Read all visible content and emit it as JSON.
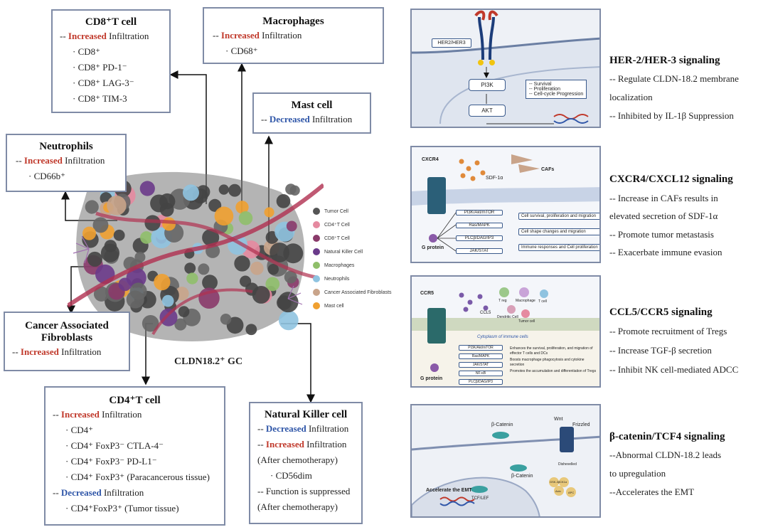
{
  "cd8": {
    "title": "CD8⁺T cell",
    "l1a": "Increased",
    "l1b": " Infiltration",
    "items": [
      "· CD8⁺",
      "· CD8⁺ PD-1⁻",
      "· CD8⁺ LAG-3⁻",
      "· CD8⁺ TIM-3"
    ]
  },
  "macro": {
    "title": "Macrophages",
    "l1a": "Increased",
    "l1b": " Infiltration",
    "items": [
      "· CD68⁺"
    ]
  },
  "mast": {
    "title": "Mast cell",
    "l1a": "Decreased",
    "l1b": " Infiltration"
  },
  "neut": {
    "title": "Neutrophils",
    "l1a": "Increased",
    "l1b": " Infiltration",
    "items": [
      "· CD66b⁺"
    ]
  },
  "caf": {
    "title1": "Cancer Associated",
    "title2": "Fibroblasts",
    "l1a": "Increased",
    "l1b": " Infiltration"
  },
  "cd4": {
    "title": "CD4⁺T cell",
    "l1a": "Increased",
    "l1b": " Infiltration",
    "items": [
      "· CD4⁺",
      "· CD4⁺ FoxP3⁻ CTLA-4⁻",
      "· CD4⁺ FoxP3⁻ PD-L1⁻",
      "· CD4⁺ FoxP3⁺ (Paracancerous tissue)"
    ],
    "l2a": "Decreased",
    "l2b": " Infiltration",
    "items2": [
      "· CD4⁺FoxP3⁺ (Tumor tissue)"
    ]
  },
  "nk": {
    "title": "Natural Killer cell",
    "l1a": "Decreased",
    "l1b": " Infiltration",
    "l2a": "Increased",
    "l2b": " Infiltration",
    "l3": "(After chemotherapy)",
    "l4": "· CD56dim",
    "l5": "-- Function is suppressed",
    "l6": "(After chemotherapy)"
  },
  "center_label": "CLDN18.2⁺  GC",
  "legend": [
    "Tumor Cell",
    "CD4⁺T Cell",
    "CD8⁺T Cell",
    "Natural Killer Cell",
    "Macrophages",
    "Neutrophils",
    "Cancer Associated Fibroblasts",
    "Mast cell"
  ],
  "legend_colors": [
    "#555555",
    "#e58aa0",
    "#8a3a6a",
    "#6a3a8a",
    "#8fbf6a",
    "#8fc3e0",
    "#c9a48a",
    "#f0a030"
  ],
  "signals": [
    {
      "title": "HER-2/HER-3 signaling",
      "lines": [
        "-- Regulate CLDN-18.2 membrane",
        "localization",
        "-- Inhibited by IL-1β Suppression"
      ]
    },
    {
      "title": "CXCR4/CXCL12 signaling",
      "lines": [
        "-- Increase in CAFs results in",
        "elevated secretion of SDF-1α",
        "-- Promote tumor metastasis",
        "-- Exacerbate immune evasion"
      ]
    },
    {
      "title": "CCL5/CCR5 signaling",
      "lines": [
        "-- Promote recruitment of Tregs",
        "-- Increase TGF-β secretion",
        "-- Inhibit NK cell-mediated ADCC"
      ]
    },
    {
      "title": "β-catenin/TCF4 signaling",
      "lines": [
        "--Abnormal CLDN-18.2 leads",
        "to upregulation",
        "--Accelerates the EMT"
      ]
    }
  ],
  "panel1": {
    "receptor": "HER2/HER3",
    "pi3k": "PI3K",
    "akt": "AKT",
    "outcomes": [
      "-- Survival",
      "-- Proliferation",
      "-- Cell-cycle Progression"
    ]
  },
  "panel2": {
    "receptor": "CXCR4",
    "ligand": "SDF-1α",
    "cafs": "CAFs",
    "gprotein": "G protein",
    "paths": [
      "PI3K/Akt/mTOR",
      "Ras/MAPK",
      "PLCβ/DAG/IP3",
      "JAK/STAT"
    ],
    "effects": [
      "Cell survival, proliferation and migration",
      "Cell shape changes and migration",
      "Immune responses and Cell proliferation"
    ]
  },
  "panel3": {
    "receptor": "CCR5",
    "ccl5": "CCL5",
    "cyto": "Cytoplasm of immune cells",
    "gprotein": "G protein",
    "cells": [
      "T reg",
      "Macrophage",
      "T cell",
      "Dendritic Cell",
      "Tumor cell"
    ],
    "paths": [
      "PI3K/Akt/mTOR",
      "Ras/MAPK",
      "JAK/STAT",
      "NF-κB",
      "PLCβ/DAG/IP3"
    ],
    "effects": [
      "Enhances the survival, proliferation, and migration of effector T cells and DCs",
      "Boosts macrophage phagocytosis and cytokine secretion",
      "Promotes the accumulation and differentiation of Tregs"
    ]
  },
  "panel4": {
    "bcat": "β-Catenin",
    "bcat2": "β-Catenin",
    "wnt": "Wnt",
    "frizzled": "Frizzled",
    "dsh": "Dishevelled",
    "complex": [
      "GSK-3β",
      "CK1α",
      "Axin",
      "APC"
    ],
    "emt": "Accelerate the EMT",
    "tcf": "TCF/LEF"
  }
}
